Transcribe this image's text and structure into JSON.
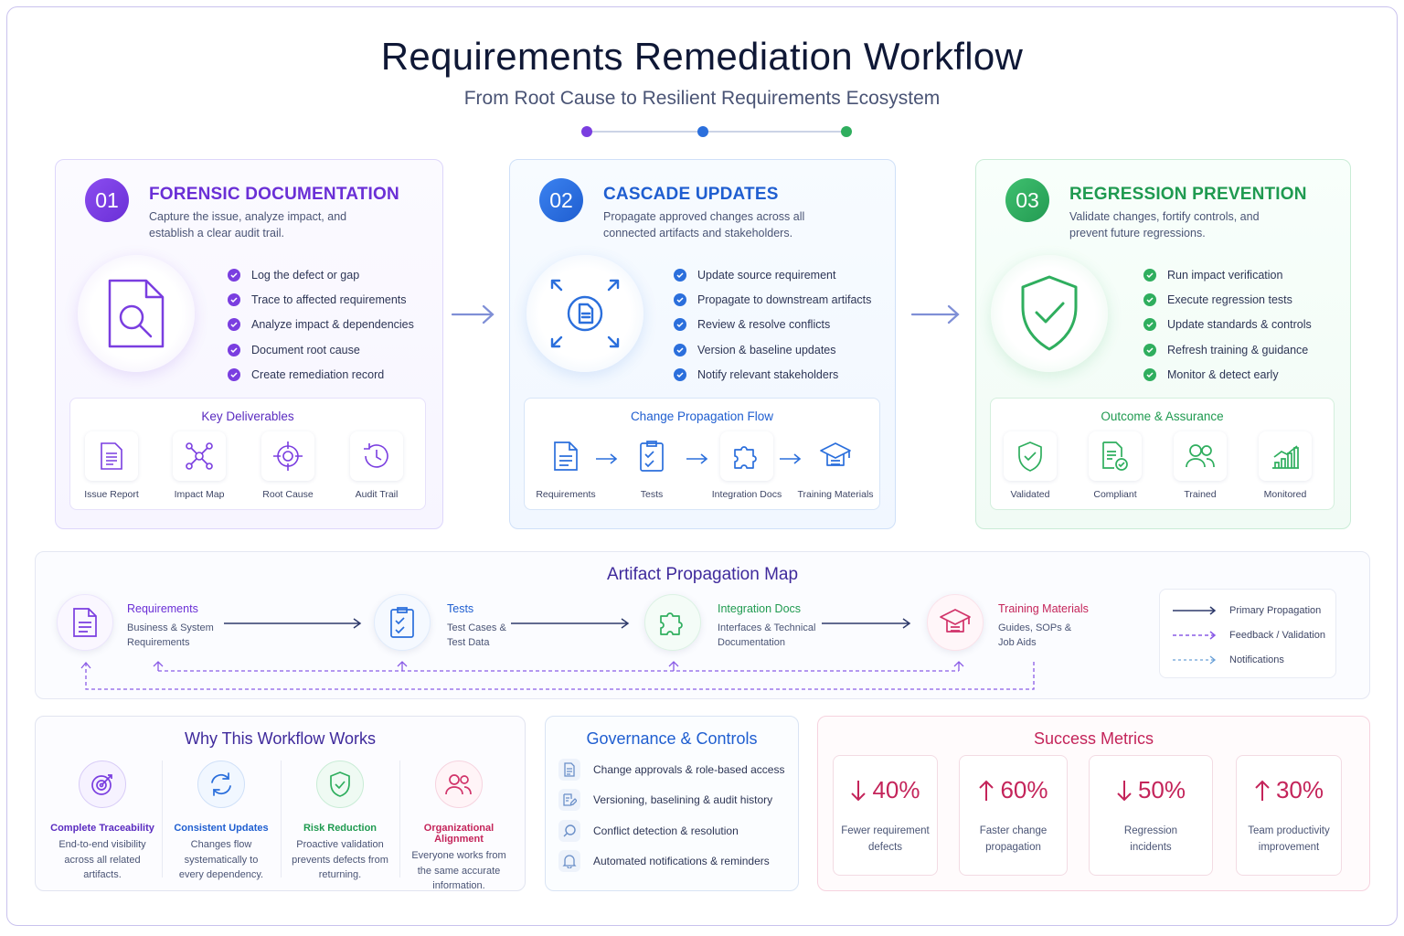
{
  "header": {
    "title": "Requirements Remediation Workflow",
    "subtitle": "From Root Cause to Resilient Requirements Ecosystem"
  },
  "colors": {
    "purple": "#7a3ee0",
    "blue": "#2b6fdc",
    "green": "#2fae5e",
    "pink": "#c4245a",
    "navy": "#0f1836"
  },
  "phases": [
    {
      "number": "01",
      "title": "FORENSIC DOCUMENTATION",
      "description": "Capture the issue, analyze impact, and establish a clear audit trail.",
      "hero_icon": "document-search-icon",
      "checklist": [
        "Log the defect or gap",
        "Trace to affected requirements",
        "Analyze impact & dependencies",
        "Document root cause",
        "Create remediation record"
      ],
      "sub_title": "Key Deliverables",
      "tiles": [
        {
          "label": "Issue Report",
          "icon": "document-icon"
        },
        {
          "label": "Impact Map",
          "icon": "network-icon"
        },
        {
          "label": "Root Cause",
          "icon": "target-icon"
        },
        {
          "label": "Audit Trail",
          "icon": "history-icon"
        }
      ]
    },
    {
      "number": "02",
      "title": "CASCADE UPDATES",
      "description": "Propagate approved changes across all connected artifacts and stakeholders.",
      "hero_icon": "document-expand-icon",
      "checklist": [
        "Update source requirement",
        "Propagate to downstream artifacts",
        "Review & resolve conflicts",
        "Version & baseline updates",
        "Notify relevant stakeholders"
      ],
      "sub_title": "Change Propagation Flow",
      "tiles": [
        {
          "label": "Requirements",
          "icon": "document-icon"
        },
        {
          "label": "Tests",
          "icon": "checklist-icon"
        },
        {
          "label": "Integration Docs",
          "icon": "puzzle-icon"
        },
        {
          "label": "Training Materials",
          "icon": "graduation-cap-icon"
        }
      ]
    },
    {
      "number": "03",
      "title": "REGRESSION PREVENTION",
      "description": "Validate changes, fortify controls, and prevent future regressions.",
      "hero_icon": "shield-check-icon",
      "checklist": [
        "Run impact verification",
        "Execute regression tests",
        "Update standards & controls",
        "Refresh training & guidance",
        "Monitor & detect early"
      ],
      "sub_title": "Outcome & Assurance",
      "tiles": [
        {
          "label": "Validated",
          "icon": "shield-check-icon"
        },
        {
          "label": "Compliant",
          "icon": "document-check-icon"
        },
        {
          "label": "Trained",
          "icon": "users-icon"
        },
        {
          "label": "Monitored",
          "icon": "bar-chart-icon"
        }
      ]
    }
  ],
  "propagation_map": {
    "title": "Artifact Propagation Map",
    "nodes": [
      {
        "title": "Requirements",
        "line1": "Business & System",
        "line2": "Requirements",
        "icon": "document-icon"
      },
      {
        "title": "Tests",
        "line1": "Test Cases &",
        "line2": "Test Data",
        "icon": "checklist-icon"
      },
      {
        "title": "Integration Docs",
        "line1": "Interfaces & Technical",
        "line2": "Documentation",
        "icon": "puzzle-icon"
      },
      {
        "title": "Training Materials",
        "line1": "Guides, SOPs &",
        "line2": "Job Aids",
        "icon": "graduation-cap-icon"
      }
    ],
    "legend": [
      "Primary Propagation",
      "Feedback / Validation",
      "Notifications"
    ]
  },
  "why": {
    "title": "Why This Workflow Works",
    "items": [
      {
        "title": "Complete Traceability",
        "desc": "End-to-end visibility across all related artifacts.",
        "icon": "target-icon"
      },
      {
        "title": "Consistent Updates",
        "desc": "Changes flow systematically to every dependency.",
        "icon": "refresh-icon"
      },
      {
        "title": "Risk Reduction",
        "desc": "Proactive validation prevents defects from returning.",
        "icon": "shield-check-icon"
      },
      {
        "title": "Organizational Alignment",
        "desc": "Everyone works from the same accurate information.",
        "icon": "users-icon"
      }
    ]
  },
  "governance": {
    "title": "Governance & Controls",
    "items": [
      {
        "label": "Change approvals & role-based access",
        "icon": "document-icon"
      },
      {
        "label": "Versioning, baselining & audit history",
        "icon": "edit-icon"
      },
      {
        "label": "Conflict detection & resolution",
        "icon": "search-icon"
      },
      {
        "label": "Automated notifications & reminders",
        "icon": "bell-icon"
      }
    ]
  },
  "metrics": {
    "title": "Success Metrics",
    "items": [
      {
        "direction": "down",
        "value": "40%",
        "line1": "Fewer requirement",
        "line2": "defects"
      },
      {
        "direction": "up",
        "value": "60%",
        "line1": "Faster change",
        "line2": "propagation"
      },
      {
        "direction": "down",
        "value": "50%",
        "line1": "Regression",
        "line2": "incidents"
      },
      {
        "direction": "up",
        "value": "30%",
        "line1": "Team productivity",
        "line2": "improvement"
      }
    ]
  }
}
